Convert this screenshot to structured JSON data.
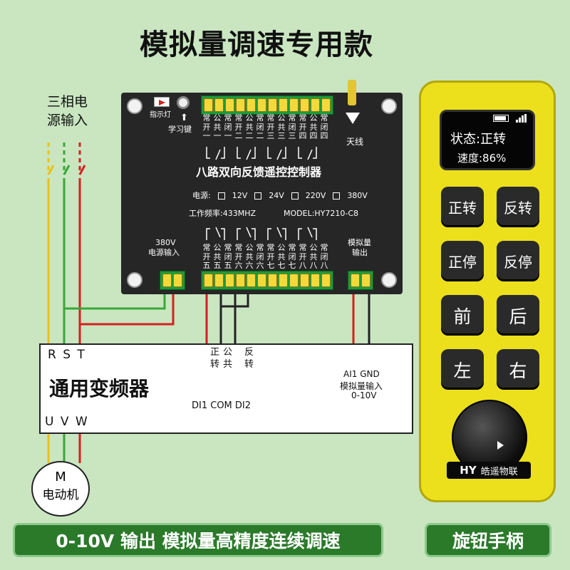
{
  "title": "模拟量调速专用款",
  "power_input": {
    "line1": "三相电",
    "line2": "源输入"
  },
  "board": {
    "indicator": "指示灯",
    "learn_key": "学习键",
    "antenna": "天线",
    "name": "八路双向反馈遥控控制器",
    "power_label": "电源:",
    "voltages": [
      "12V",
      "24V",
      "220V",
      "380V"
    ],
    "frequency": "工作频率:433MHZ",
    "model": "MODEL:HY7210-C8",
    "power380_line1": "380V",
    "power380_line2": "电源输入",
    "analog_line1": "模拟量",
    "analog_line2": "输出",
    "top_relays": [
      [
        "常",
        "开",
        "一"
      ],
      [
        "公",
        "共",
        "一"
      ],
      [
        "常",
        "闭",
        "一"
      ],
      [
        "常",
        "开",
        "二"
      ],
      [
        "公",
        "共",
        "二"
      ],
      [
        "常",
        "闭",
        "二"
      ],
      [
        "常",
        "开",
        "三"
      ],
      [
        "公",
        "共",
        "三"
      ],
      [
        "常",
        "闭",
        "三"
      ],
      [
        "常",
        "开",
        "四"
      ],
      [
        "公",
        "共",
        "四"
      ],
      [
        "常",
        "闭",
        "四"
      ]
    ],
    "bottom_relays": [
      [
        "常",
        "开",
        "五"
      ],
      [
        "公",
        "共",
        "五"
      ],
      [
        "常",
        "闭",
        "五"
      ],
      [
        "常",
        "开",
        "六"
      ],
      [
        "公",
        "共",
        "六"
      ],
      [
        "常",
        "闭",
        "六"
      ],
      [
        "常",
        "开",
        "七"
      ],
      [
        "公",
        "共",
        "七"
      ],
      [
        "常",
        "闭",
        "七"
      ],
      [
        "常",
        "开",
        "八"
      ],
      [
        "公",
        "共",
        "八"
      ],
      [
        "常",
        "闭",
        "八"
      ]
    ]
  },
  "vfd": {
    "rst": "R S T",
    "name": "通用变频器",
    "uvw": "U V W",
    "forward": [
      "正",
      "转"
    ],
    "common": [
      "公",
      "共"
    ],
    "reverse": [
      "反",
      "转"
    ],
    "terminals": "DI1 COM DI2",
    "ai_line1": "AI1  GND",
    "ai_line2": "模拟量输入",
    "ai_line3": "0-10V"
  },
  "motor": {
    "letter": "M",
    "name": "电动机"
  },
  "handle": {
    "status": "状态:正转",
    "speed": "速度:86%",
    "buttons": [
      "正转",
      "反转",
      "正停",
      "反停",
      "前",
      "后",
      "左",
      "右"
    ],
    "brand_logo": "HY",
    "brand": "皓遥物联"
  },
  "banner_left": "0-10V 输出 模拟量高精度连续调速",
  "banner_right": "旋钮手柄",
  "colors": {
    "background": "#c9e6c0",
    "board": "#262626",
    "handle": "#ecdf1c",
    "banner": "#2a7a2a",
    "wire_yellow": "#e8c21a",
    "wire_green": "#3aa63a",
    "wire_red": "#d42020"
  }
}
